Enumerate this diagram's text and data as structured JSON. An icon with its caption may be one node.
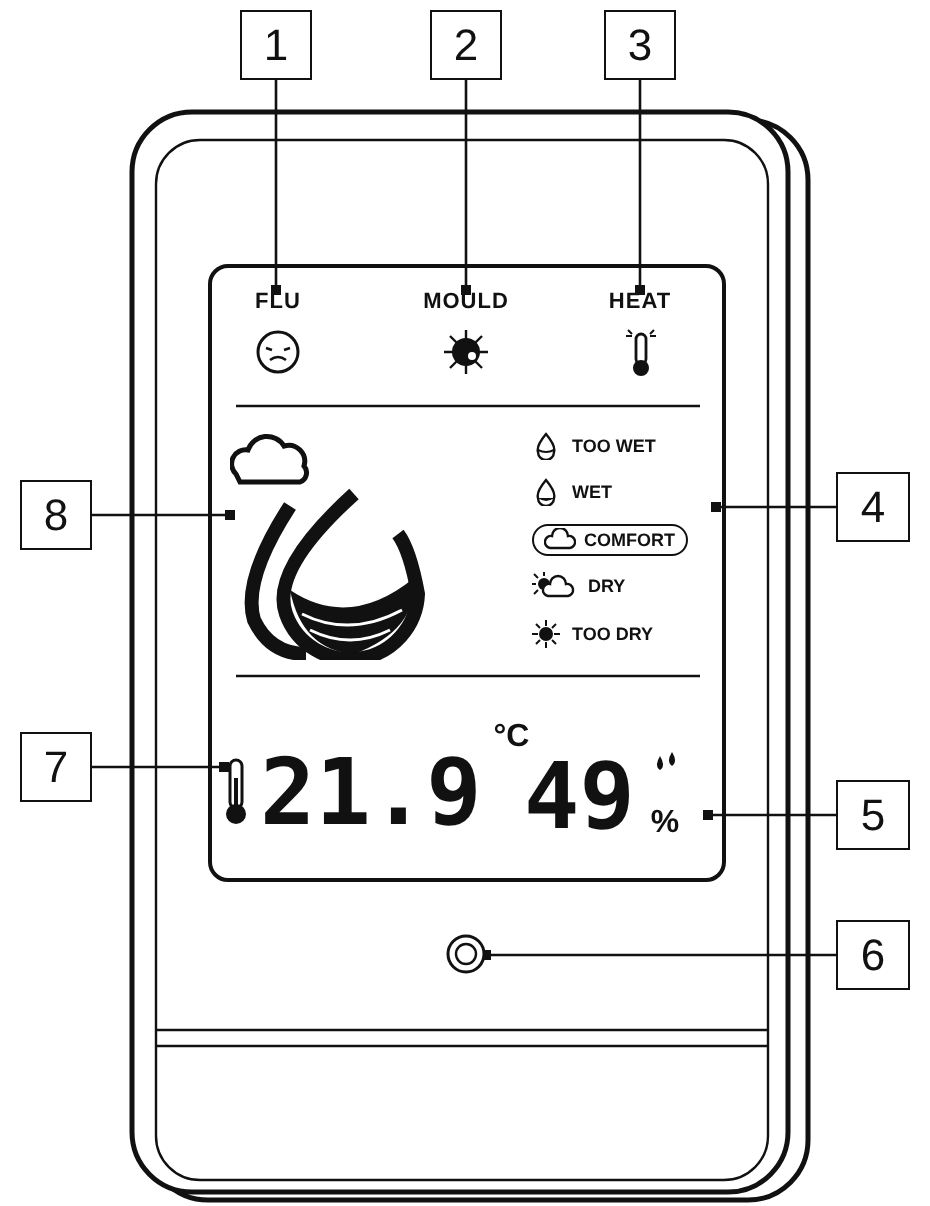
{
  "diagram": {
    "nodes": [
      {
        "text": [
          "1"
        ]
      },
      {
        "text": [
          "FLU"
        ]
      },
      {
        "text": [
          "2"
        ]
      },
      {
        "text": [
          "MOULD"
        ]
      },
      {
        "text": [
          "3"
        ]
      },
      {
        "text": [
          "HEAT"
        ]
      },
      {
        "text": [
          "4"
        ]
      },
      {
        "text": [
          "TOO WET",
          "WET",
          "COMFORT",
          "DRY",
          "TOO DRY"
        ]
      },
      {
        "text": [
          "5"
        ]
      },
      {
        "text": [
          "49",
          "%"
        ]
      },
      {
        "text": [
          "6"
        ]
      },
      {
        "text": [],
        "shape": "circle"
      },
      {
        "text": [
          "7"
        ]
      },
      {
        "text": [
          "21.9",
          "°C"
        ]
      },
      {
        "text": [
          "8"
        ]
      },
      {
        "text": [],
        "shape": "picture"
      }
    ],
    "edges": [
      {
        "from": 0,
        "to": 1,
        "arrow": "other"
      },
      {
        "from": 2,
        "to": 3,
        "arrow": "other"
      },
      {
        "from": 4,
        "to": 5,
        "arrow": "other"
      },
      {
        "from": 6,
        "to": 7,
        "arrow": "other"
      },
      {
        "from": 8,
        "to": 9,
        "arrow": "other"
      },
      {
        "from": 10,
        "to": 11,
        "arrow": "other"
      },
      {
        "from": 12,
        "to": 13,
        "arrow": "other"
      },
      {
        "from": 14,
        "to": 15,
        "arrow": "other"
      }
    ]
  }
}
